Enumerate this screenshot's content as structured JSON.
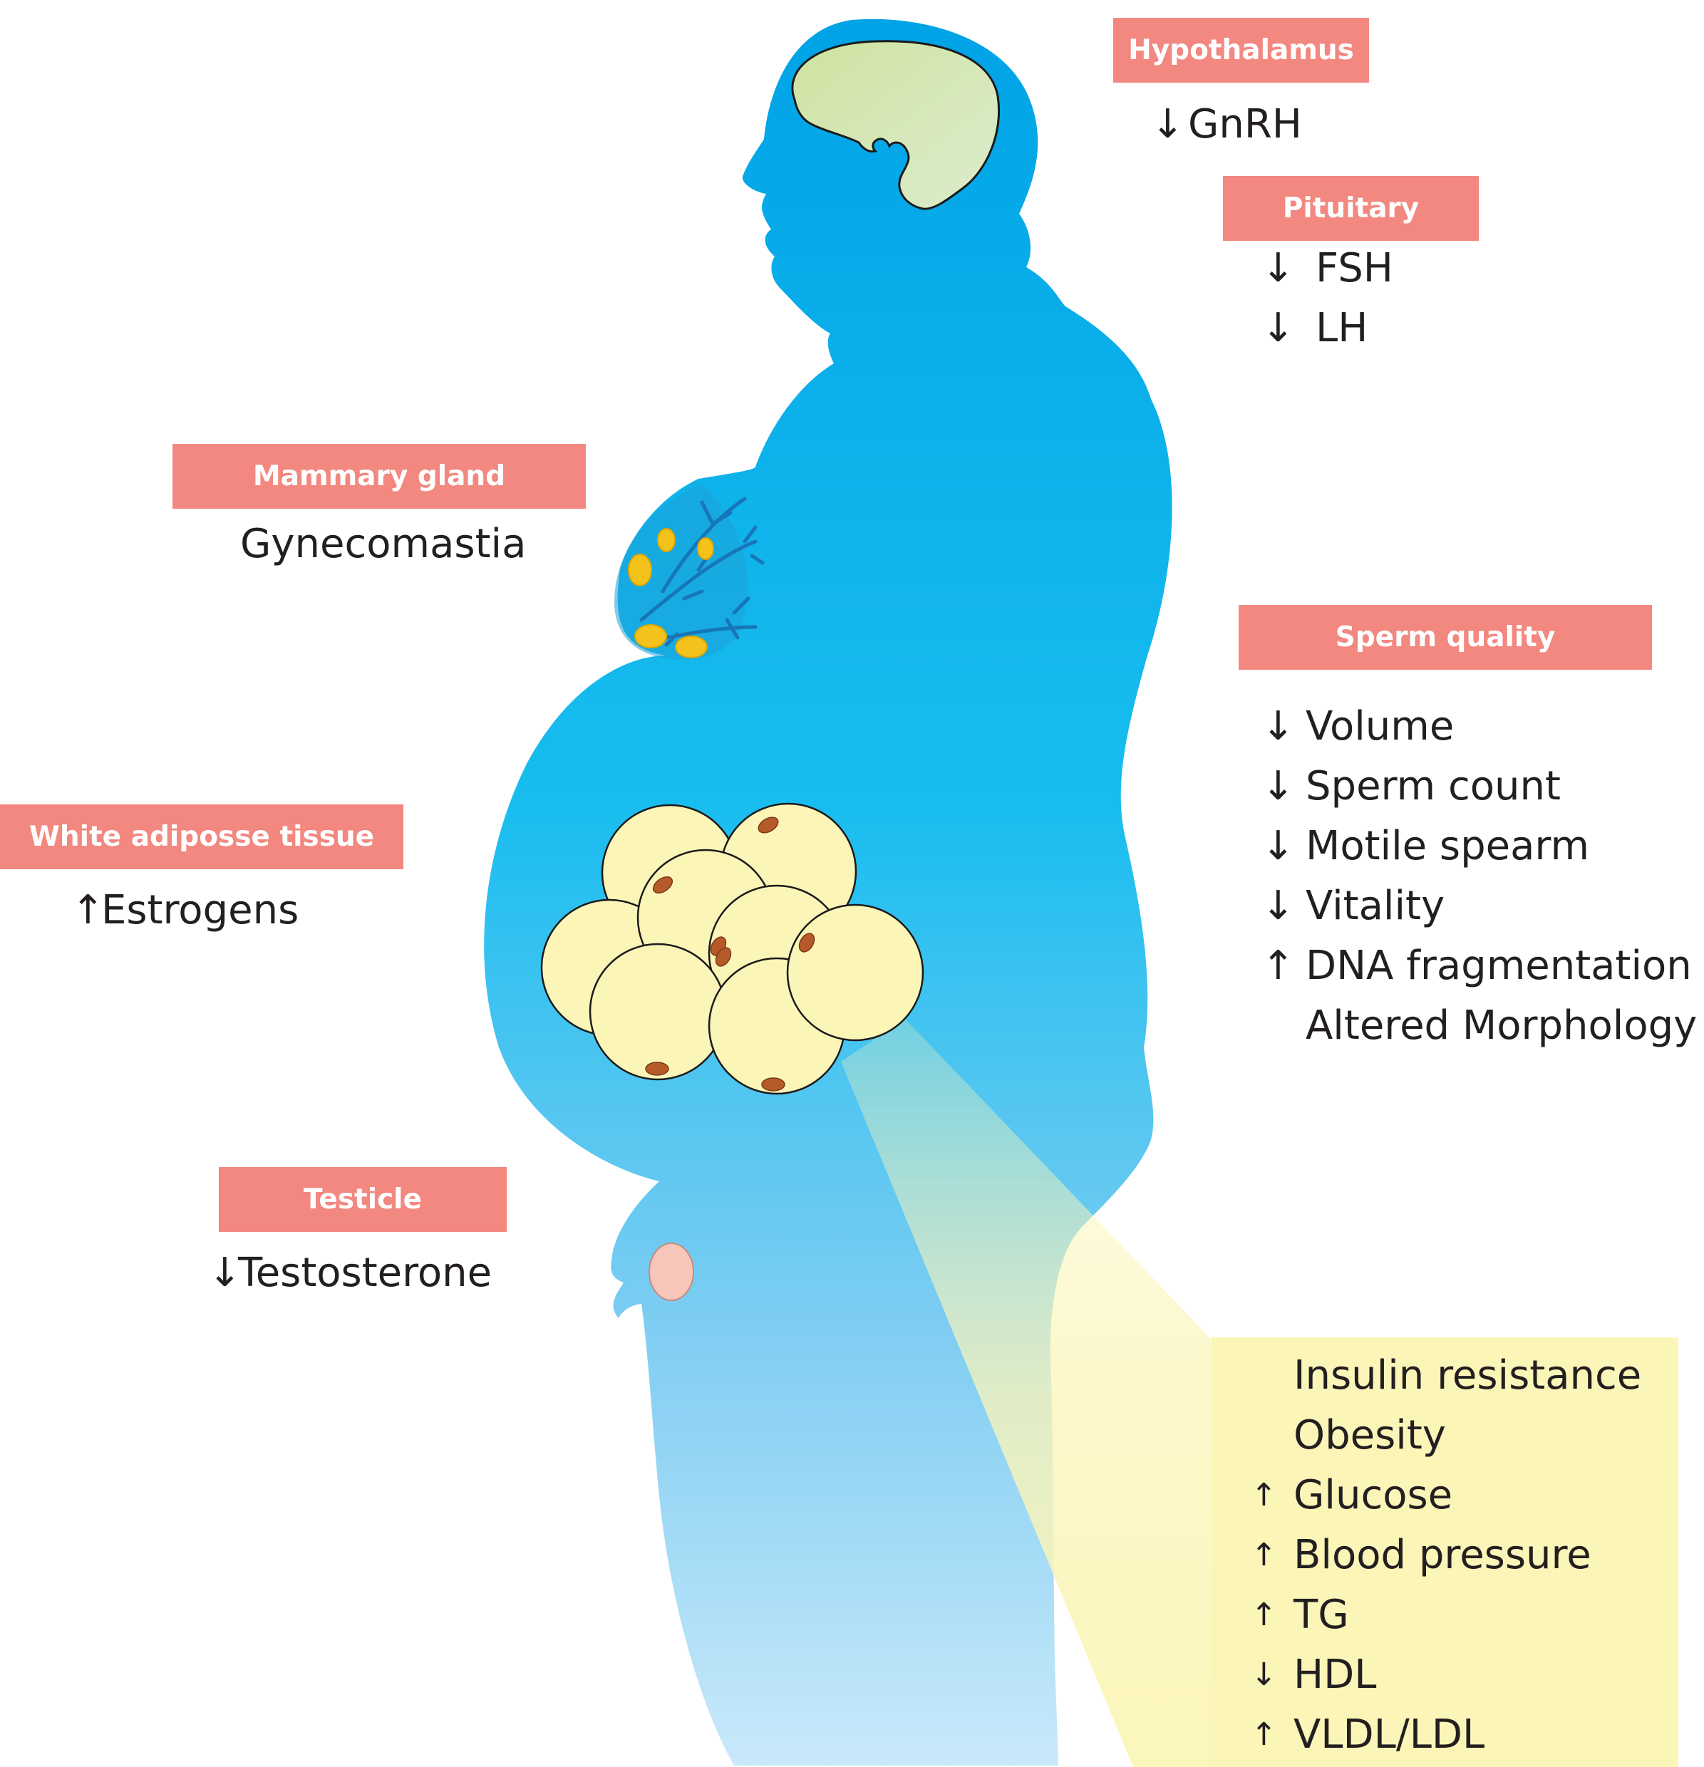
{
  "hypothalamus": {
    "label": "Hypothalamus",
    "items": [
      {
        "arrow": "↓",
        "text": "GnRH"
      }
    ]
  },
  "pituitary": {
    "label": "Pituitary",
    "items": [
      {
        "arrow": "↓",
        "text": "FSH"
      },
      {
        "arrow": "↓",
        "text": "LH"
      }
    ]
  },
  "mammary_gland": {
    "label": "Mammary gland",
    "text": "Gynecomastia"
  },
  "sperm_quality": {
    "label": "Sperm quality",
    "items": [
      {
        "arrow": "↓",
        "text": "Volume"
      },
      {
        "arrow": "↓",
        "text": "Sperm count"
      },
      {
        "arrow": "↓",
        "text": "Motile spearm"
      },
      {
        "arrow": "↓",
        "text": "Vitality"
      },
      {
        "arrow": "↑",
        "text": "DNA fragmentation"
      },
      {
        "arrow": "",
        "text": "Altered Morphology"
      }
    ]
  },
  "white_adipose_tissue": {
    "label": "White adiposse tissue",
    "items": [
      {
        "arrow": "↑",
        "text": "Estrogens"
      }
    ]
  },
  "testicle": {
    "label": "Testicle",
    "items": [
      {
        "arrow": "↓",
        "text": "Testosterone"
      }
    ]
  },
  "metabolic": {
    "items": [
      {
        "arrow": "",
        "text": "Insulin resistance"
      },
      {
        "arrow": "",
        "text": "Obesity"
      },
      {
        "arrow": "↑",
        "text": "Glucose"
      },
      {
        "arrow": "↑",
        "text": "Blood pressure"
      },
      {
        "arrow": "↑",
        "text": "TG"
      },
      {
        "arrow": "↓",
        "text": "HDL"
      },
      {
        "arrow": "↑",
        "text": "VLDL/LDL"
      }
    ]
  },
  "colors": {
    "label_bg": "#f28880",
    "body_top": "#00a3e6",
    "body_bottom": "#c9e9fa",
    "brain": "#d6e6a8",
    "fat_cell": "#fbf5b8",
    "nucleus": "#b75a2a",
    "gland": "#f3c31c",
    "testis": "#f7c6ba",
    "metabolic_box": "#fbf5b8"
  }
}
